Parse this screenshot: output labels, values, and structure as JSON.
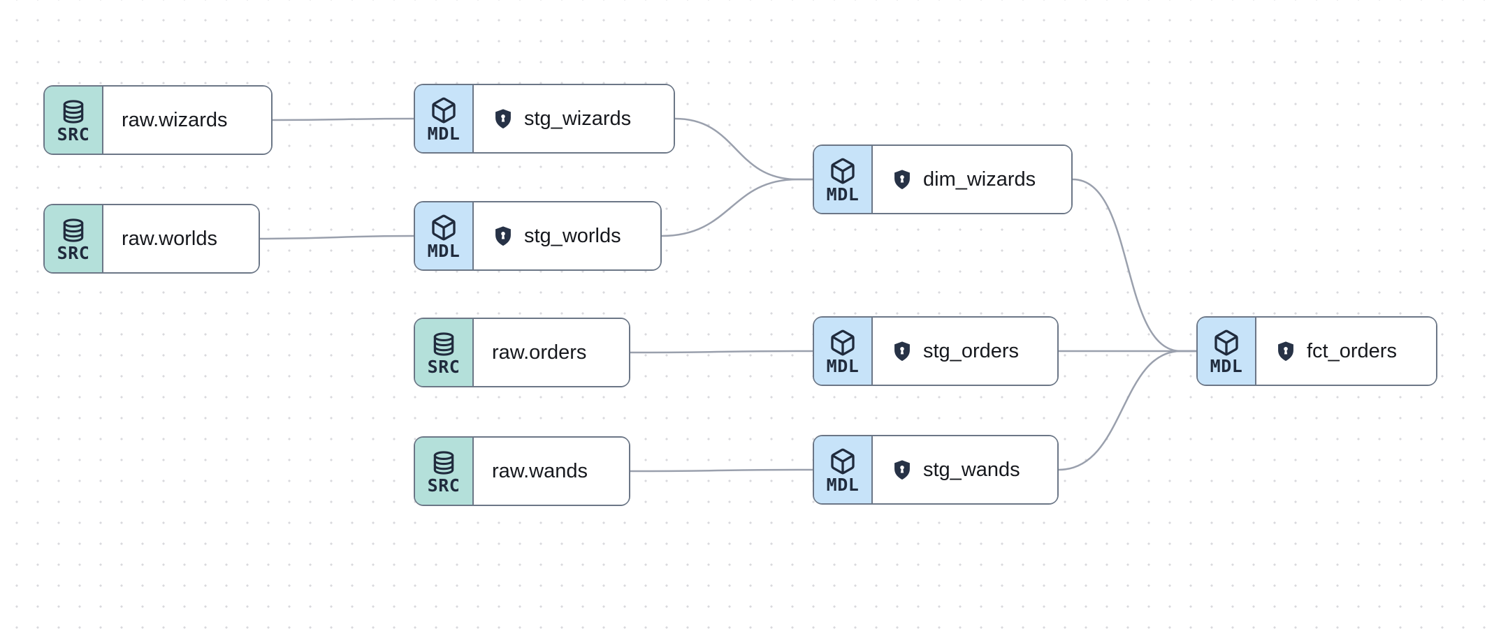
{
  "diagram": {
    "type": "lineage-dag",
    "nodes": [
      {
        "badge": "SRC",
        "label": "raw.wizards",
        "icon": "database",
        "shield": false
      },
      {
        "badge": "MDL",
        "label": "stg_wizards",
        "icon": "cube",
        "shield": true
      },
      {
        "badge": "SRC",
        "label": "raw.worlds",
        "icon": "database",
        "shield": false
      },
      {
        "badge": "MDL",
        "label": "stg_worlds",
        "icon": "cube",
        "shield": true
      },
      {
        "badge": "MDL",
        "label": "dim_wizards",
        "icon": "cube",
        "shield": true
      },
      {
        "badge": "SRC",
        "label": "raw.orders",
        "icon": "database",
        "shield": false
      },
      {
        "badge": "MDL",
        "label": "stg_orders",
        "icon": "cube",
        "shield": true
      },
      {
        "badge": "SRC",
        "label": "raw.wands",
        "icon": "database",
        "shield": false
      },
      {
        "badge": "MDL",
        "label": "stg_wands",
        "icon": "cube",
        "shield": true
      },
      {
        "badge": "MDL",
        "label": "fct_orders",
        "icon": "cube",
        "shield": true
      }
    ],
    "edges": [
      {
        "source": "raw.wizards",
        "target": "stg_wizards"
      },
      {
        "source": "raw.worlds",
        "target": "stg_worlds"
      },
      {
        "source": "stg_wizards",
        "target": "dim_wizards"
      },
      {
        "source": "stg_worlds",
        "target": "dim_wizards"
      },
      {
        "source": "raw.orders",
        "target": "stg_orders"
      },
      {
        "source": "raw.wands",
        "target": "stg_wands"
      },
      {
        "source": "dim_wizards",
        "target": "fct_orders"
      },
      {
        "source": "stg_orders",
        "target": "fct_orders"
      },
      {
        "source": "stg_wands",
        "target": "fct_orders"
      }
    ],
    "colors": {
      "source_badge_bg": "#b4e0da",
      "model_badge_bg": "#c7e3f9",
      "node_border": "#6b7686",
      "edge": "#9aa0ad",
      "icon": "#202b3d",
      "label_text": "#16181d",
      "shield_fill": "#273246",
      "canvas_bg": "#ffffff",
      "dot_grid": "#d9d9dd"
    }
  }
}
